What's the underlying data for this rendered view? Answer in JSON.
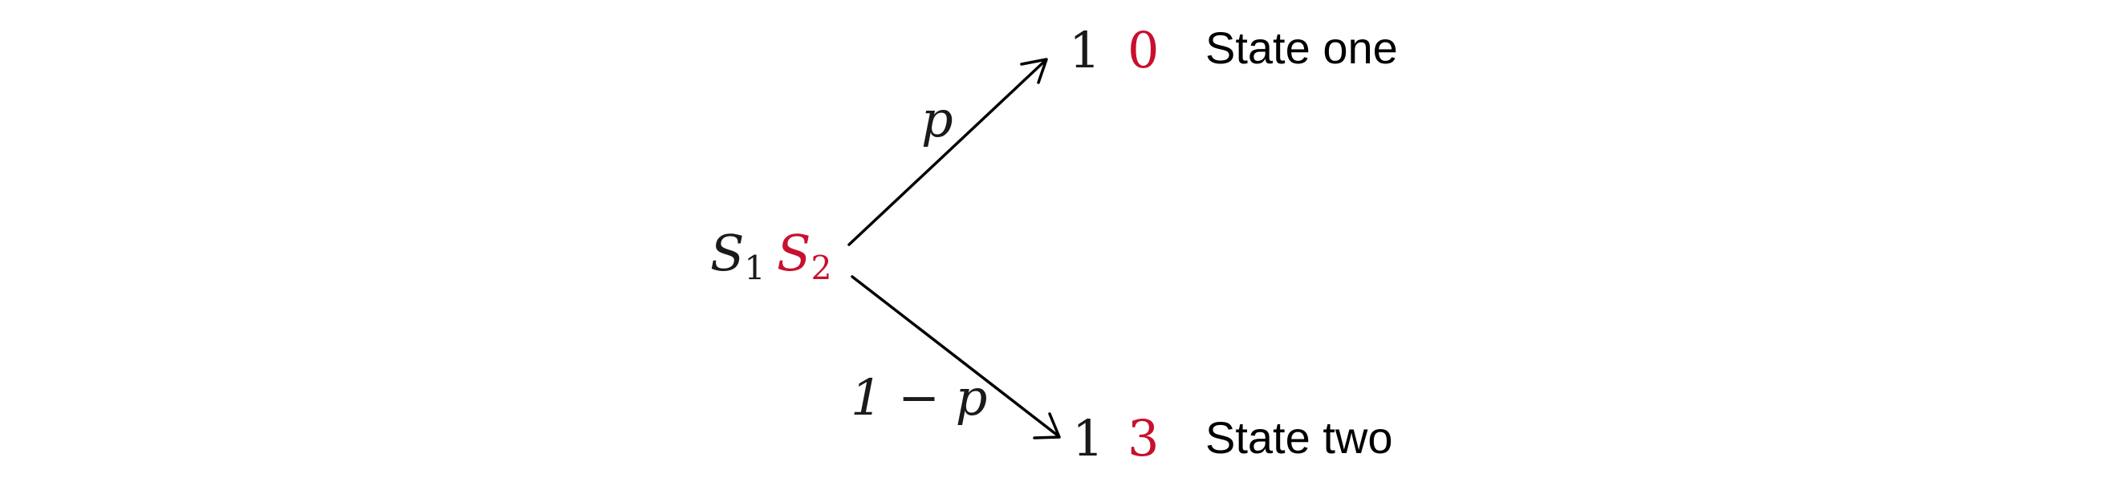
{
  "root": {
    "s1": {
      "letter": "S",
      "sub": "1",
      "color": "#1a1a1a"
    },
    "s2": {
      "letter": "S",
      "sub": "2",
      "color": "#c8102e"
    }
  },
  "branches": [
    {
      "prob_label": "p",
      "payoff_1": "1",
      "payoff_2": "0",
      "state_label": "State one"
    },
    {
      "prob_label": "1 − p",
      "payoff_1": "1",
      "payoff_2": "3",
      "state_label": "State two"
    }
  ],
  "colors": {
    "black": "#1a1a1a",
    "red": "#c8102e"
  }
}
